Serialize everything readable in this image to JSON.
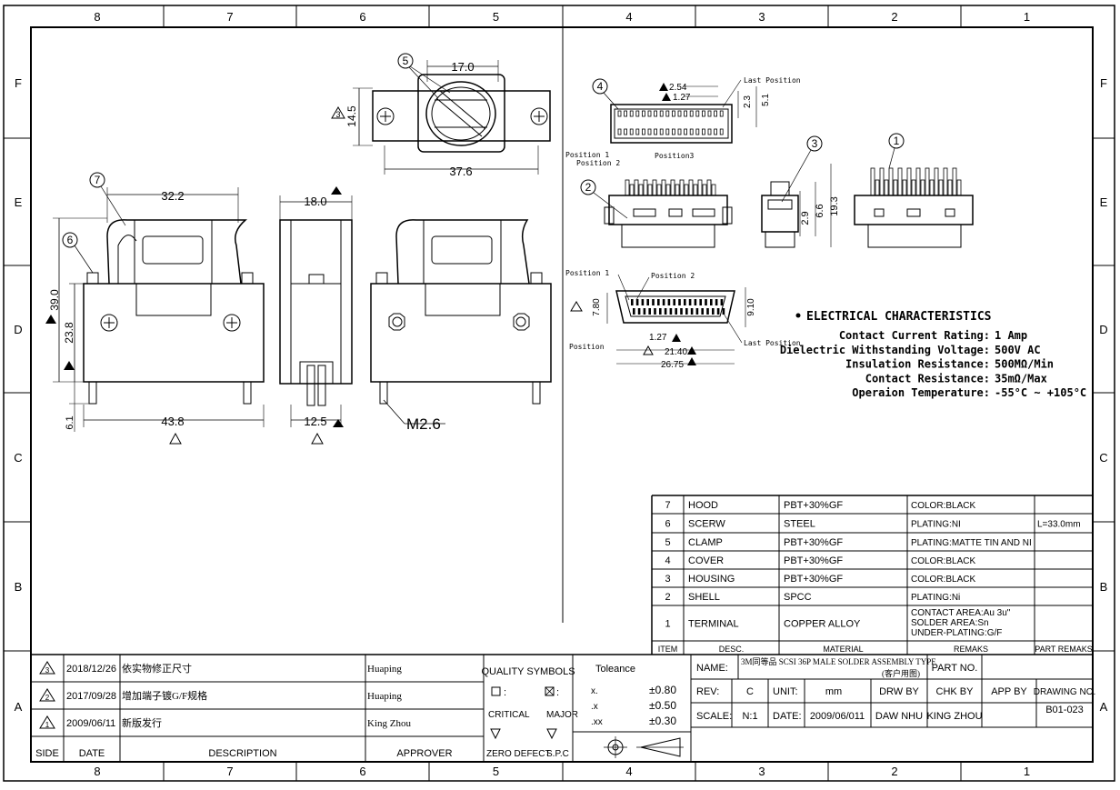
{
  "frame": {
    "columns": [
      "8",
      "7",
      "6",
      "5",
      "4",
      "3",
      "2",
      "1"
    ],
    "rows": [
      "F",
      "E",
      "D",
      "C",
      "B",
      "A"
    ]
  },
  "views": {
    "top_view": {
      "balloon": "5",
      "dim_width_inner": "17.0",
      "dim_width_outer": "37.6",
      "dim_height": "14.5",
      "tri_label": "3"
    },
    "front_view": {
      "balloon_hood": "7",
      "balloon_screw": "6",
      "dim_top": "32.2",
      "dim_height": "39.0",
      "dim_mid": "23.8",
      "dim_width": "43.8",
      "dim_pin": "6.1"
    },
    "side_view": {
      "dim_top": "18.0",
      "dim_bottom": "12.5"
    },
    "rear_view": {
      "thread": "M2.6"
    },
    "contact_view": {
      "balloon": "4",
      "pitch1": "2.54",
      "pitch2": "1.27",
      "dim_h1": "2.3",
      "dim_h2": "5.1",
      "last_position": "Last Position",
      "position1": "Position 1",
      "position2": "Position 2",
      "position3": "Position3"
    },
    "shell_views": {
      "balloon_shell": "2",
      "balloon_housing": "3",
      "balloon_terminal": "1",
      "dim_a": "2.9",
      "dim_b": "6.6",
      "dim_c": "19.3"
    },
    "face_view": {
      "position1": "Position 1",
      "position2": "Position 2",
      "position0": "Position",
      "last_position": "Last Position",
      "dim_h": "7.80",
      "dim_h2": "9.10",
      "pitch": "1.27",
      "dim_w1": "21.40",
      "dim_w2": "26.75"
    }
  },
  "electrical": {
    "title": "ELECTRICAL CHARACTERISTICS",
    "rows": [
      {
        "label": "Contact Current Rating:",
        "value": "1 Amp"
      },
      {
        "label": "Dielectric Withstanding Voltage:",
        "value": "500V AC"
      },
      {
        "label": "Insulation Resistance:",
        "value": "500MΩ/Min"
      },
      {
        "label": "Contact Resistance:",
        "value": "35mΩ/Max"
      },
      {
        "label": "Operaion Temperature:",
        "value": "-55°C ~ +105°C"
      }
    ]
  },
  "bom": {
    "rows": [
      {
        "item": "7",
        "desc": "HOOD",
        "material": "PBT+30%GF",
        "remarks": "COLOR:BLACK",
        "part": ""
      },
      {
        "item": "6",
        "desc": "SCERW",
        "material": "STEEL",
        "remarks": "PLATING:NI",
        "part": "L=33.0mm"
      },
      {
        "item": "5",
        "desc": "CLAMP",
        "material": "PBT+30%GF",
        "remarks": "PLATING:MATTE TIN AND NI",
        "part": ""
      },
      {
        "item": "4",
        "desc": "COVER",
        "material": "PBT+30%GF",
        "remarks": "COLOR:BLACK",
        "part": ""
      },
      {
        "item": "3",
        "desc": "HOUSING",
        "material": "PBT+30%GF",
        "remarks": "COLOR:BLACK",
        "part": ""
      },
      {
        "item": "2",
        "desc": "SHELL",
        "material": "SPCC",
        "remarks": "PLATING:Ni",
        "part": ""
      },
      {
        "item": "1",
        "desc": "TERMINAL",
        "material": "COPPER ALLOY",
        "remarks_lines": [
          "CONTACT AREA:Au 3u\"",
          "SOLDER AREA:Sn",
          "UNDER-PLATING:G/F"
        ],
        "part": ""
      }
    ],
    "headers": {
      "item": "ITEM",
      "desc": "DESC.",
      "material": "MATERIAL",
      "remarks": "REMAKS",
      "part": "PART REMAKS"
    }
  },
  "revisions": {
    "rows": [
      {
        "side": "3",
        "date": "2018/12/26",
        "desc": "依实物修正尺寸",
        "approver": "Huaping"
      },
      {
        "side": "2",
        "date": "2017/09/28",
        "desc": "增加端子镀G/F规格",
        "approver": "Huaping"
      },
      {
        "side": "1",
        "date": "2009/06/11",
        "desc": "新版发行",
        "approver": "King Zhou"
      }
    ],
    "headers": {
      "side": "SIDE",
      "date": "DATE",
      "desc": "DESCRIPTION",
      "approver": "APPROVER"
    }
  },
  "quality": {
    "title": "QUALITY SYMBOLS",
    "critical": "CRITICAL",
    "major": "MAJOR",
    "zero_defect": "ZERO DEFECT",
    "spc": "S.P.C"
  },
  "tolerance": {
    "title": "Toleance",
    "rows": [
      {
        "label": "x.",
        "value": "±0.80"
      },
      {
        "label": ".x",
        "value": "±0.50"
      },
      {
        "label": ".xx",
        "value": "±0.30"
      }
    ]
  },
  "title_block": {
    "name_label": "NAME:",
    "name_value": "3M同等品 SCSI 36P MALE SOLDER ASSEMBLY TYPE",
    "name_note": "(客户用图)",
    "part_no_label": "PART NO.",
    "rev_label": "REV:",
    "rev_value": "C",
    "unit_label": "UNIT:",
    "unit_value": "mm",
    "drw_by_label": "DRW BY",
    "chk_by_label": "CHK BY",
    "app_by_label": "APP BY",
    "drawing_no_label": "DRAWING NO.",
    "drawing_no_value": "B01-023",
    "scale_label": "SCALE:",
    "scale_value": "N:1",
    "date_label": "DATE:",
    "date_value": "2009/06/011",
    "drw_by_value": "DAW NHU",
    "chk_by_value": "KING ZHOU"
  }
}
